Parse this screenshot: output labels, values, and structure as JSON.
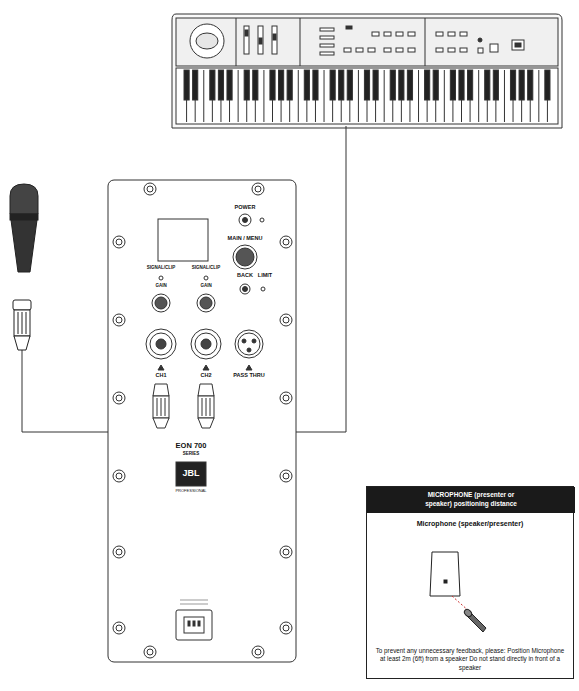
{
  "diagram": {
    "nodes": [
      {
        "text": [
          "MICROPHONE (presenter or speaker) positioning distance",
          "Microphone (speaker/presenter)",
          "To prevent any unnecessary feedback, please: Position Microphone at least 2m (6ft) from a speaker Do not stand directly in front of a speaker"
        ]
      }
    ],
    "labels": [
      "POWER",
      "MAIN / MENU",
      "BACK",
      "LIMIT",
      "SIGNAL/CLIP",
      "GAIN",
      "SIGNAL/CLIP",
      "GAIN",
      "CH1",
      "CH2",
      "PASS THRU",
      "EON 700",
      "SERIES",
      "JBL",
      "PROFESSIONAL"
    ]
  }
}
